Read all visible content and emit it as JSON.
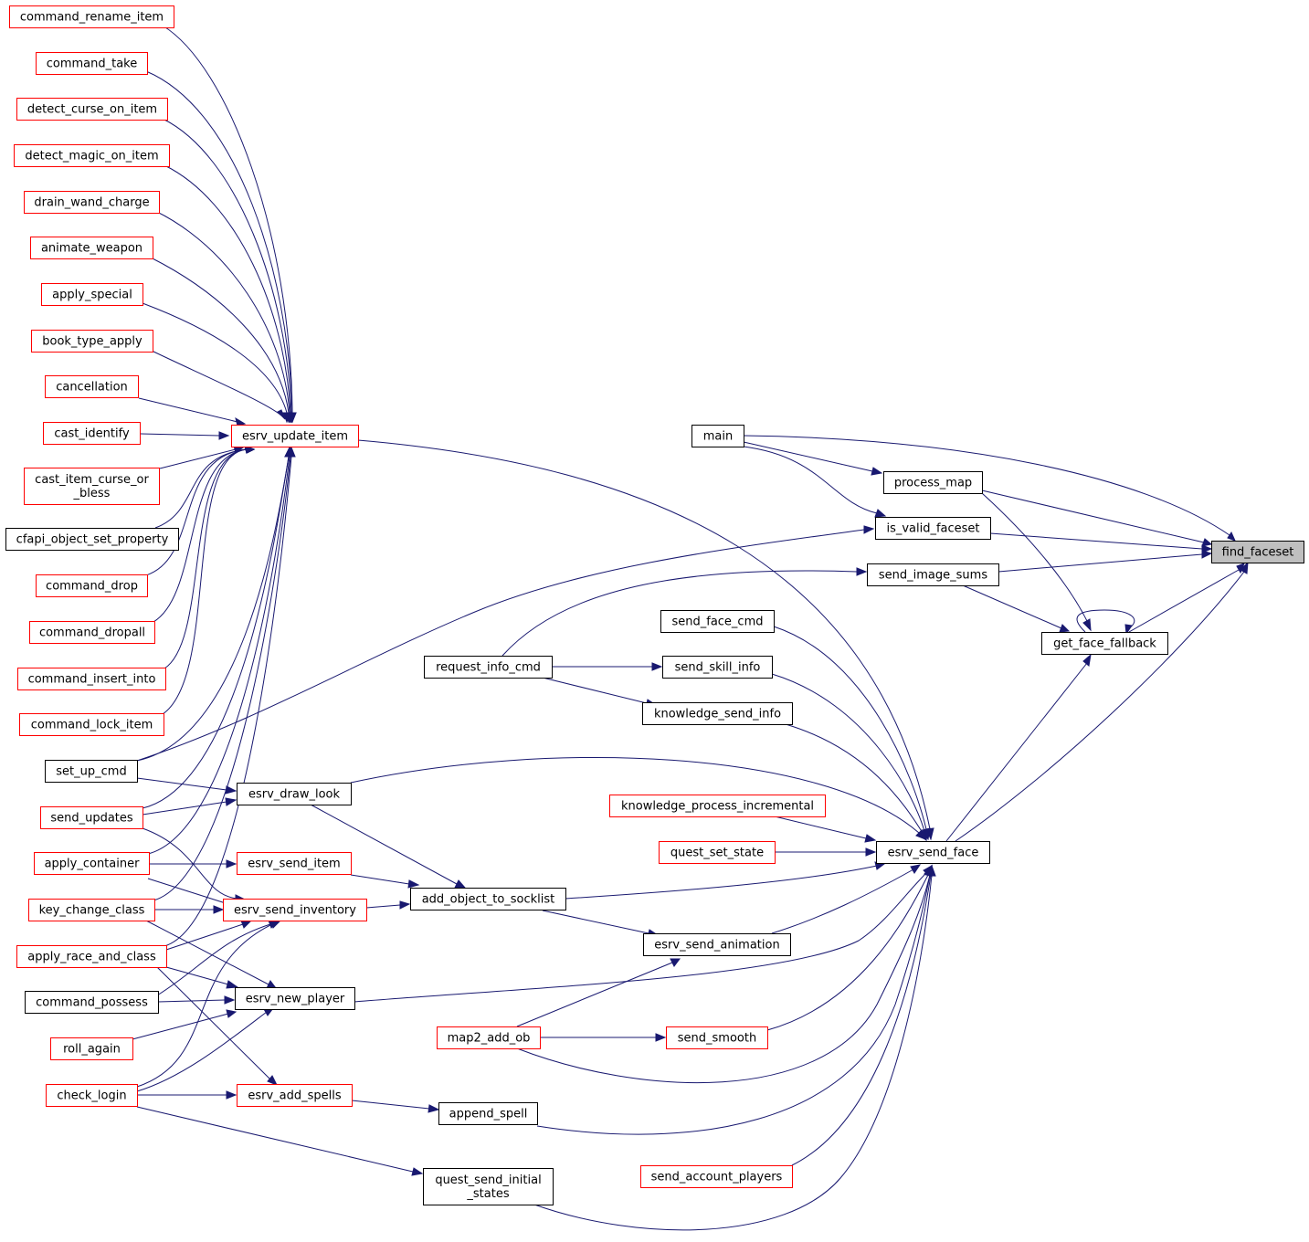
{
  "colors": {
    "edge": "#191970",
    "border_incomplete": "#ff0000",
    "border_complete": "#000000",
    "fill_normal": "#ffffff",
    "fill_focus": "#bfbfbf"
  },
  "nodes": {
    "command_rename_item": {
      "label": "command_rename_item",
      "status": "incomplete"
    },
    "command_take": {
      "label": "command_take",
      "status": "incomplete"
    },
    "detect_curse_on_item": {
      "label": "detect_curse_on_item",
      "status": "incomplete"
    },
    "detect_magic_on_item": {
      "label": "detect_magic_on_item",
      "status": "incomplete"
    },
    "drain_wand_charge": {
      "label": "drain_wand_charge",
      "status": "incomplete"
    },
    "animate_weapon": {
      "label": "animate_weapon",
      "status": "incomplete"
    },
    "apply_special": {
      "label": "apply_special",
      "status": "incomplete"
    },
    "book_type_apply": {
      "label": "book_type_apply",
      "status": "incomplete"
    },
    "cancellation": {
      "label": "cancellation",
      "status": "incomplete"
    },
    "cast_identify": {
      "label": "cast_identify",
      "status": "incomplete"
    },
    "cast_item_curse_or_bless": {
      "label": "cast_item_curse_or\n_bless",
      "status": "incomplete"
    },
    "cfapi_object_set_property": {
      "label": "cfapi_object_set_property",
      "status": "complete"
    },
    "command_drop": {
      "label": "command_drop",
      "status": "incomplete"
    },
    "command_dropall": {
      "label": "command_dropall",
      "status": "incomplete"
    },
    "command_insert_into": {
      "label": "command_insert_into",
      "status": "incomplete"
    },
    "command_lock_item": {
      "label": "command_lock_item",
      "status": "incomplete"
    },
    "set_up_cmd": {
      "label": "set_up_cmd",
      "status": "complete"
    },
    "send_updates": {
      "label": "send_updates",
      "status": "incomplete"
    },
    "apply_container": {
      "label": "apply_container",
      "status": "incomplete"
    },
    "key_change_class": {
      "label": "key_change_class",
      "status": "incomplete"
    },
    "apply_race_and_class": {
      "label": "apply_race_and_class",
      "status": "incomplete"
    },
    "command_possess": {
      "label": "command_possess",
      "status": "complete"
    },
    "roll_again": {
      "label": "roll_again",
      "status": "incomplete"
    },
    "check_login": {
      "label": "check_login",
      "status": "incomplete"
    },
    "esrv_update_item": {
      "label": "esrv_update_item",
      "status": "incomplete"
    },
    "esrv_draw_look": {
      "label": "esrv_draw_look",
      "status": "complete"
    },
    "esrv_send_item": {
      "label": "esrv_send_item",
      "status": "incomplete"
    },
    "esrv_send_inventory": {
      "label": "esrv_send_inventory",
      "status": "incomplete"
    },
    "esrv_new_player": {
      "label": "esrv_new_player",
      "status": "complete"
    },
    "esrv_add_spells": {
      "label": "esrv_add_spells",
      "status": "incomplete"
    },
    "request_info_cmd": {
      "label": "request_info_cmd",
      "status": "complete"
    },
    "add_object_to_socklist": {
      "label": "add_object_to_socklist",
      "status": "complete"
    },
    "map2_add_ob": {
      "label": "map2_add_ob",
      "status": "incomplete"
    },
    "append_spell": {
      "label": "append_spell",
      "status": "complete"
    },
    "quest_send_initial_states": {
      "label": "quest_send_initial\n_states",
      "status": "complete"
    },
    "main": {
      "label": "main",
      "status": "complete"
    },
    "send_face_cmd": {
      "label": "send_face_cmd",
      "status": "complete"
    },
    "send_skill_info": {
      "label": "send_skill_info",
      "status": "complete"
    },
    "knowledge_send_info": {
      "label": "knowledge_send_info",
      "status": "complete"
    },
    "knowledge_process_incremental": {
      "label": "knowledge_process_incremental",
      "status": "incomplete"
    },
    "quest_set_state": {
      "label": "quest_set_state",
      "status": "incomplete"
    },
    "esrv_send_animation": {
      "label": "esrv_send_animation",
      "status": "complete"
    },
    "send_smooth": {
      "label": "send_smooth",
      "status": "incomplete"
    },
    "send_account_players": {
      "label": "send_account_players",
      "status": "incomplete"
    },
    "process_map": {
      "label": "process_map",
      "status": "complete"
    },
    "is_valid_faceset": {
      "label": "is_valid_faceset",
      "status": "complete"
    },
    "send_image_sums": {
      "label": "send_image_sums",
      "status": "complete"
    },
    "get_face_fallback": {
      "label": "get_face_fallback",
      "status": "complete"
    },
    "esrv_send_face": {
      "label": "esrv_send_face",
      "status": "complete"
    },
    "find_faceset": {
      "label": "find_faceset",
      "status": "focus"
    }
  }
}
